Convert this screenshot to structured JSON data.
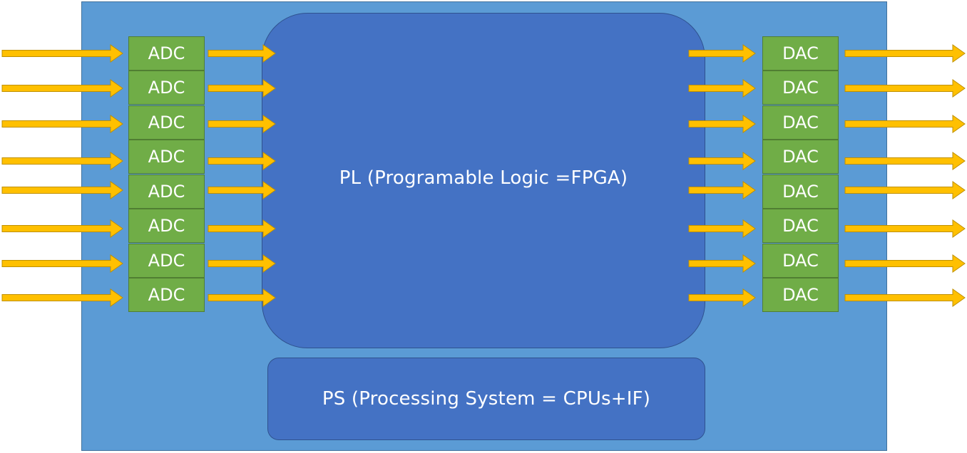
{
  "pl_label": "PL (Programable Logic =FPGA)",
  "ps_label": "PS (Processing System = CPUs+IF)",
  "adc": [
    "ADC",
    "ADC",
    "ADC",
    "ADC",
    "ADC",
    "ADC",
    "ADC",
    "ADC"
  ],
  "dac": [
    "DAC",
    "DAC",
    "DAC",
    "DAC",
    "DAC",
    "DAC",
    "DAC",
    "DAC"
  ],
  "colors": {
    "board": "#5b9bd5",
    "block": "#4472c4",
    "converter": "#70ad47",
    "arrow": "#ffc000",
    "arrow_outline": "#bf9000"
  }
}
